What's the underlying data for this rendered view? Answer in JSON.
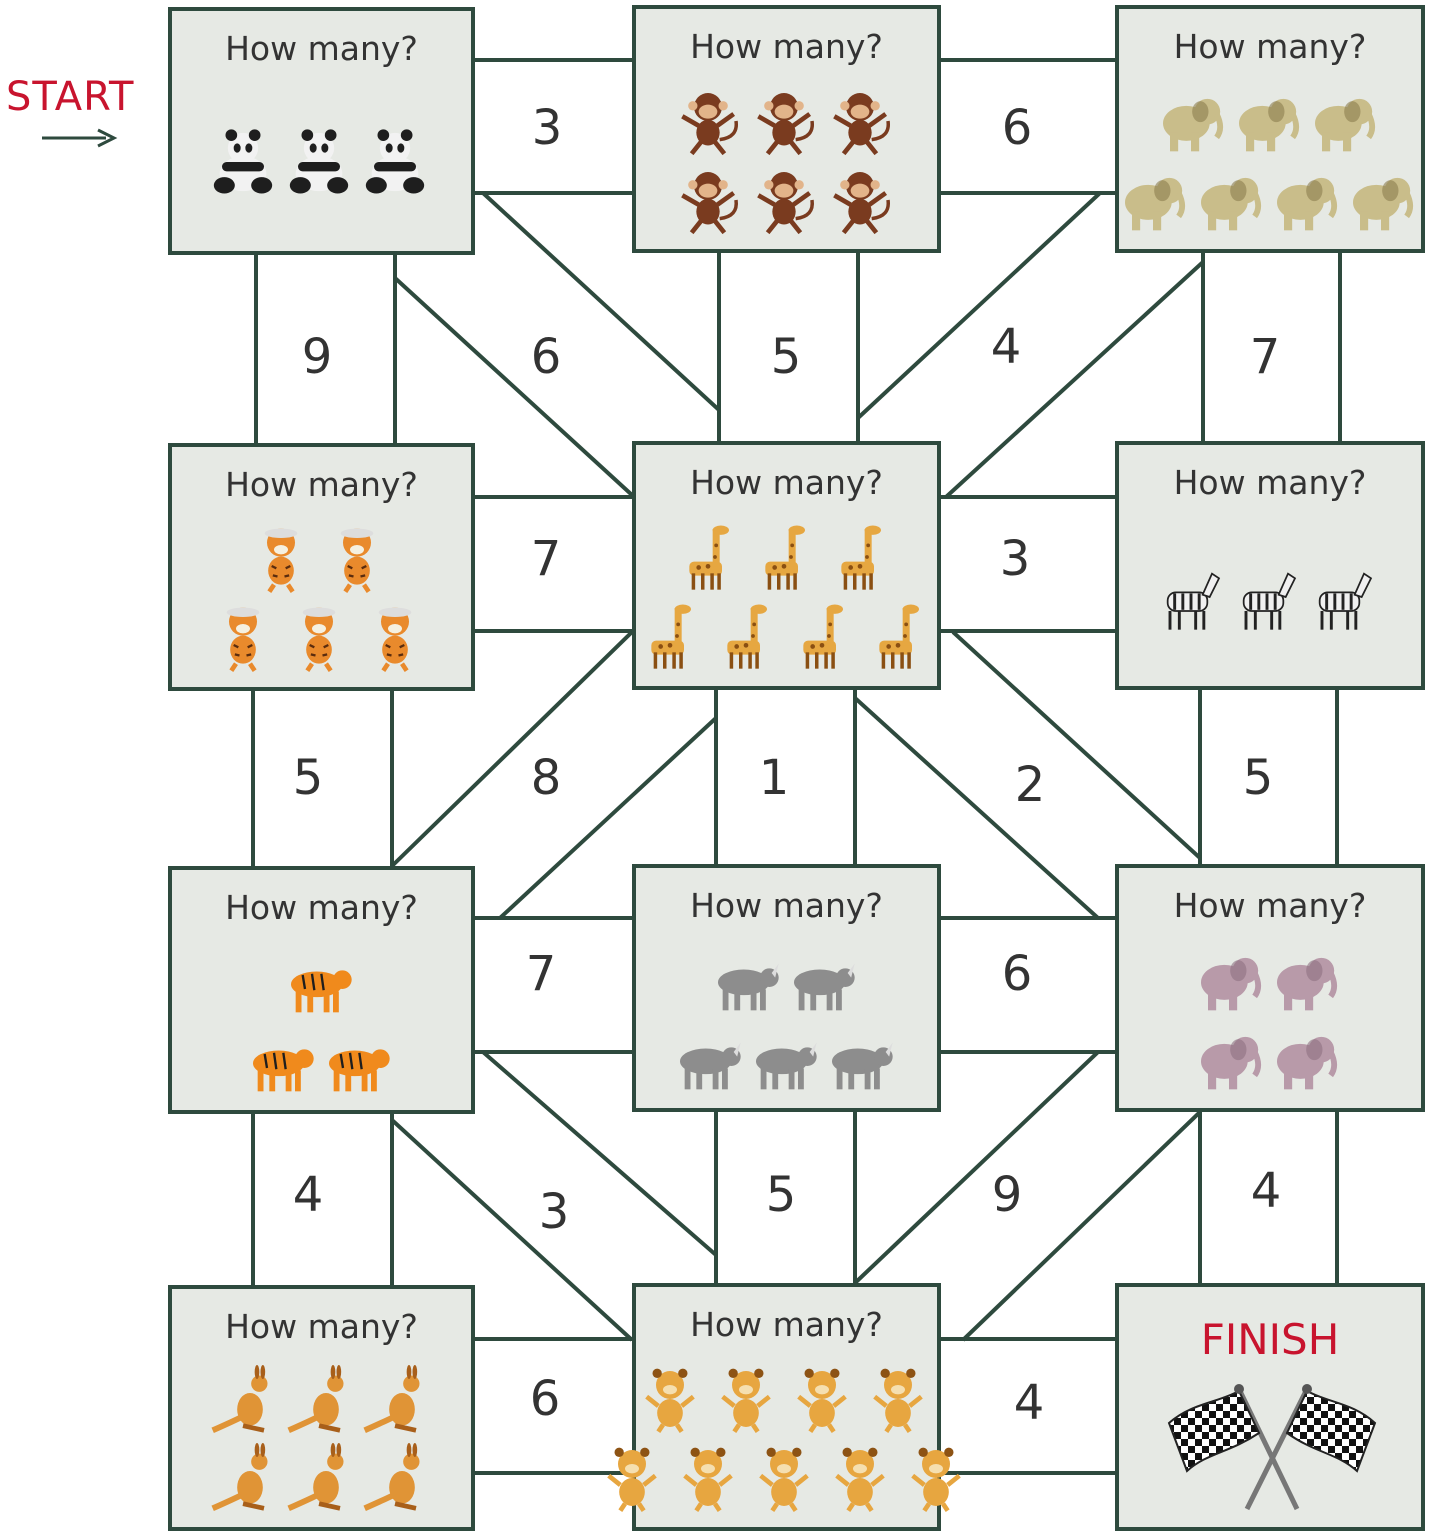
{
  "start": {
    "label": "START",
    "icon": "right-arrow-icon"
  },
  "finish": {
    "label": "FINISH",
    "icon": "checkered-flags-icon"
  },
  "colors": {
    "line": "#2e4a3e",
    "box_fill": "#e6e9e4",
    "accent_red": "#c8142e"
  },
  "boxes": [
    {
      "title": "How many?",
      "animal": "panda",
      "count": 3,
      "rows": [
        3
      ]
    },
    {
      "title": "How many?",
      "animal": "monkey",
      "count": 6,
      "rows": [
        3,
        3
      ]
    },
    {
      "title": "How many?",
      "animal": "elephant-cartoon",
      "count": 7,
      "rows": [
        3,
        4
      ]
    },
    {
      "title": "How many?",
      "animal": "tiger-cartoon",
      "count": 5,
      "rows": [
        2,
        3
      ]
    },
    {
      "title": "How many?",
      "animal": "giraffe",
      "count": 7,
      "rows": [
        3,
        4
      ]
    },
    {
      "title": "How many?",
      "animal": "zebra",
      "count": 3,
      "rows": [
        3
      ]
    },
    {
      "title": "How many?",
      "animal": "tiger",
      "count": 3,
      "rows": [
        1,
        2
      ]
    },
    {
      "title": "How many?",
      "animal": "rhino",
      "count": 5,
      "rows": [
        2,
        3
      ]
    },
    {
      "title": "How many?",
      "animal": "elephant",
      "count": 4,
      "rows": [
        2,
        2
      ]
    },
    {
      "title": "How many?",
      "animal": "kangaroo",
      "count": 6,
      "rows": [
        3,
        3
      ]
    },
    {
      "title": "How many?",
      "animal": "lion-cub",
      "count": 9,
      "rows": [
        4,
        5
      ]
    }
  ],
  "path_numbers": [
    "3",
    "6",
    "9",
    "6",
    "5",
    "4",
    "7",
    "7",
    "3",
    "5",
    "8",
    "1",
    "2",
    "5",
    "7",
    "6",
    "4",
    "3",
    "5",
    "9",
    "4",
    "6",
    "4"
  ]
}
